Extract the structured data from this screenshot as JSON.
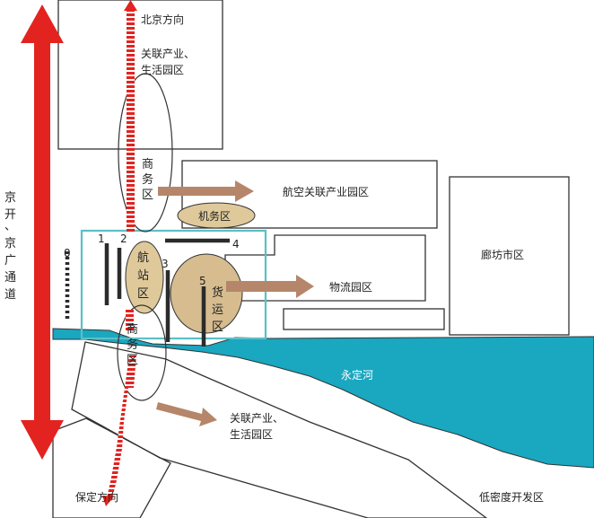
{
  "labels": {
    "beijing": "北京方向",
    "north_industry_1": "关联产业、",
    "north_industry_2": "生活园区",
    "business_top": [
      "商",
      "务",
      "区"
    ],
    "aviation_industry": "航空关联产业园区",
    "airport_zone": "机务区",
    "langfang": "廊坊市区",
    "corridor": [
      "京",
      "开",
      "、",
      "京",
      "广",
      "通",
      "道"
    ],
    "terminal": [
      "航",
      "站",
      "区"
    ],
    "cargo": [
      "货",
      "运",
      "区"
    ],
    "logistics": "物流园区",
    "yongding": "永定河",
    "business_bottom": [
      "商",
      "务",
      "区"
    ],
    "south_industry_1": "关联产业、",
    "south_industry_2": "生活园区",
    "baoding": "保定方向",
    "low_density": "低密度开发区"
  },
  "runway_numbers": [
    "0",
    "1",
    "2",
    "3",
    "4",
    "5"
  ],
  "colors": {
    "red_arrow": "#e3231f",
    "river": "#1aa7c0",
    "brown_arrow": "#b5866a",
    "zone_fill": "#dfc99a",
    "airport_boundary": "#5bbfc6",
    "runway": "#2b2b2b"
  }
}
